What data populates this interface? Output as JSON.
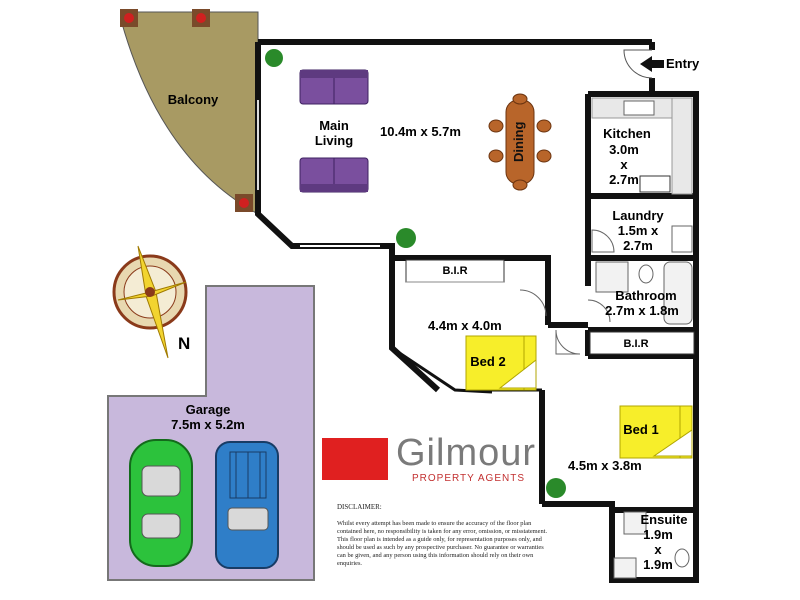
{
  "rooms": {
    "balcony": {
      "name": "Balcony"
    },
    "main_living": {
      "name": "Main\nLiving",
      "dimensions": "10.4m x 5.7m"
    },
    "dining": {
      "name": "Dining"
    },
    "kitchen": {
      "name": "Kitchen",
      "dimensions": "3.0m\nx\n2.7m"
    },
    "laundry": {
      "name": "Laundry",
      "dimensions": "1.5m x\n2.7m"
    },
    "bathroom": {
      "name": "Bathroom",
      "dimensions": "2.7m x 1.8m"
    },
    "bed2": {
      "name": "Bed 2",
      "dimensions": "4.4m x 4.0m",
      "bir": "B.I.R"
    },
    "bed1": {
      "name": "Bed 1",
      "dimensions": "4.5m x 3.8m",
      "bir": "B.I.R"
    },
    "ensuite": {
      "name": "Ensuite",
      "dimensions": "1.9m\nx\n1.9m"
    },
    "garage": {
      "name": "Garage",
      "dimensions": "7.5m x 5.2m"
    }
  },
  "entry_label": "Entry",
  "compass": {
    "label": "N"
  },
  "brand": {
    "name": "Gilmour",
    "subtitle": "PROPERTY AGENTS"
  },
  "disclaimer": {
    "title": "DISCLAIMER:",
    "text": "Whilst every attempt has been made to ensure the accuracy of the floor plan contained here, no responsibility is taken for any error, omission, or misstatement. This floor plan is intended as a guide only, for representation purposes only, and should be used as such by any prospective purchaser. No guarantee or warranties can be given, and any person using this information should rely on their own enquiries."
  },
  "colors": {
    "wall": "#111111",
    "balcony_floor": "#a89a63",
    "garage_floor": "#c8b8dc",
    "bed": "#f7ee2a",
    "sofa": "#7a4f9e",
    "dining_table": "#b8652a",
    "car_left": "#2cc23c",
    "car_right": "#2f7ec8",
    "brand_red": "#e02020"
  }
}
